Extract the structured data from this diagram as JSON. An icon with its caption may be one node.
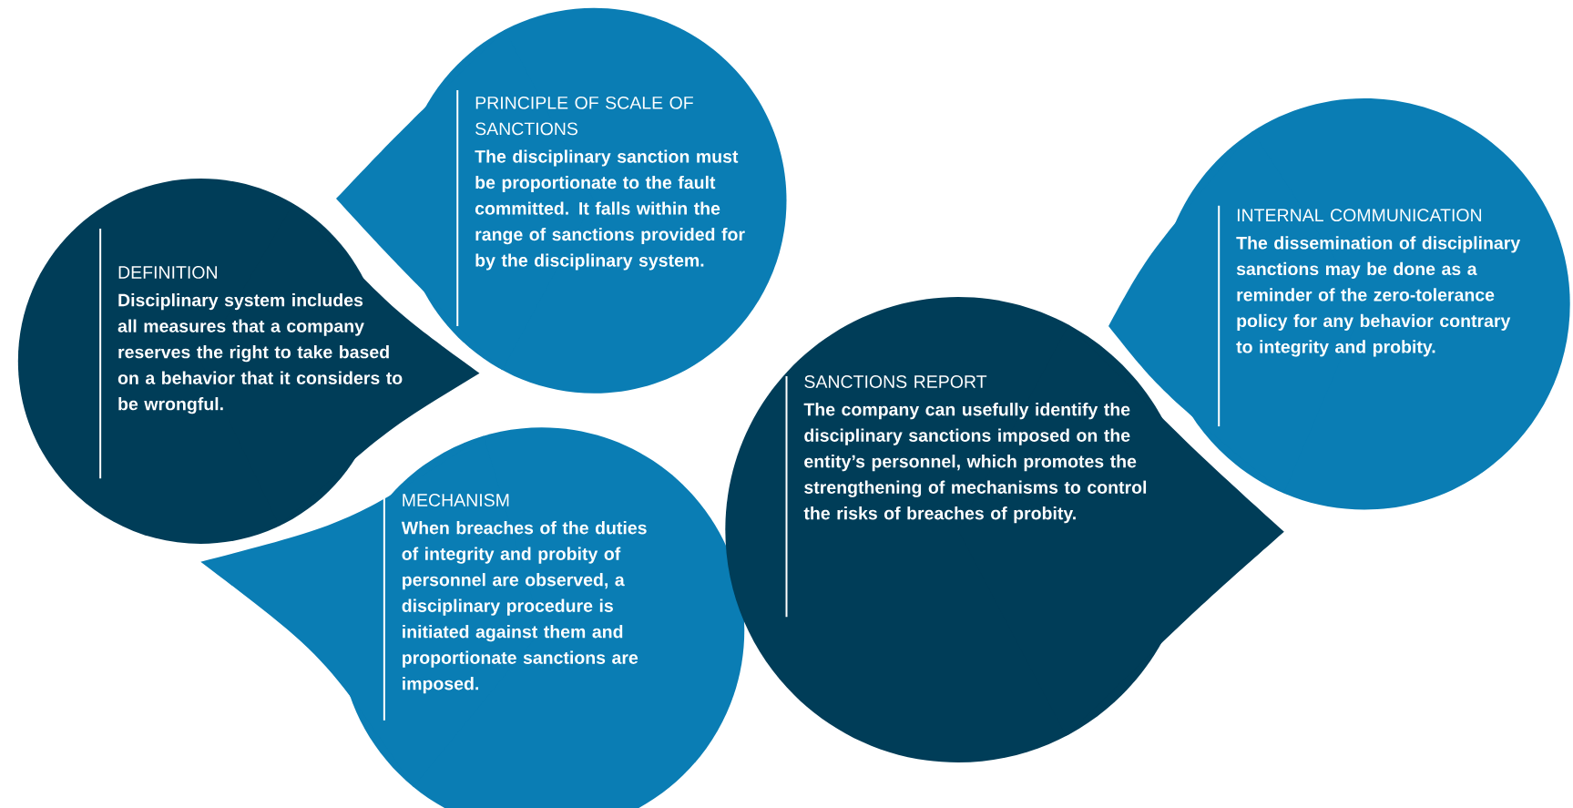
{
  "diagram": {
    "nodes": [
      {
        "text": [
          "DEFINITION",
          "Disciplinary system includes all measures that a company reserves the right to take based on a behavior that it considers to be wrongful."
        ]
      },
      {
        "text": [
          "PRINCIPLE OF SCALE OF SANCTIONS",
          "The disciplinary sanction must be proportionate to the fault committed. It falls within the range of sanctions provided for by the disciplinary system."
        ]
      },
      {
        "text": [
          "MECHANISM",
          "When breaches of the duties of integrity and probity of personnel are observed, a disciplinary procedure is initiated against them and proportionate sanctions are imposed."
        ]
      },
      {
        "text": [
          "SANCTIONS REPORT",
          "The company can usefully identify the disciplinary sanctions imposed on the entity’s personnel, which promotes the strengthening of mechanisms to control the risks of breaches of probity."
        ]
      },
      {
        "text": [
          "INTERNAL COMMUNICATION",
          "The dissemination of disciplinary sanctions may be done as a reminder of the zero-tolerance policy for any behavior contrary to integrity and probity."
        ]
      }
    ]
  }
}
